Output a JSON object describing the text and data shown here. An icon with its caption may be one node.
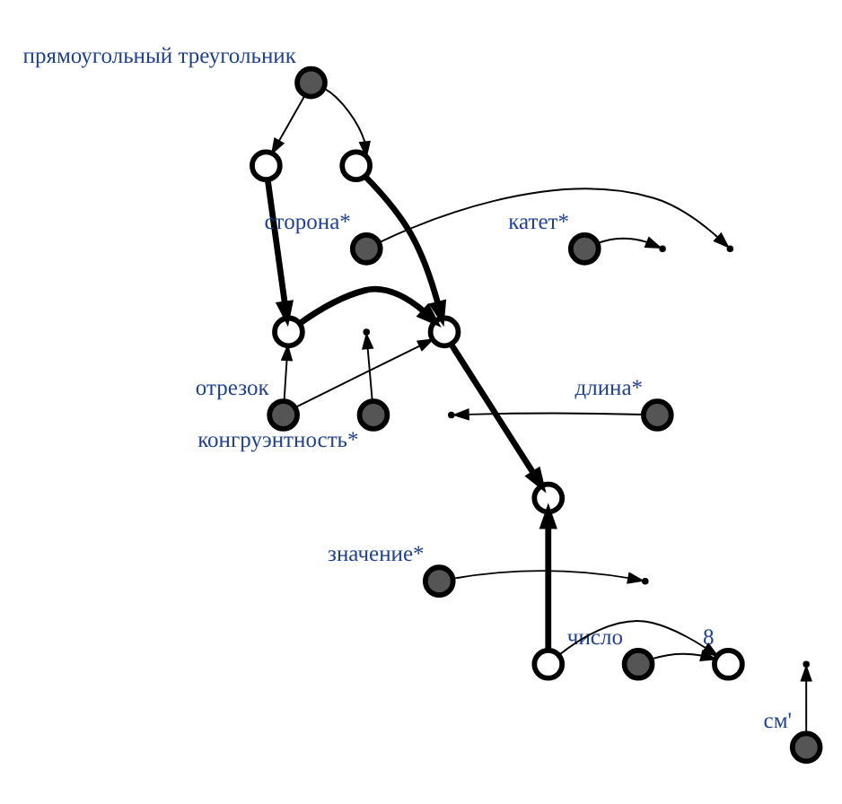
{
  "diagram": {
    "nodes": [
      {
        "text": [],
        "shape": "circle",
        "beside": [
          "прямоугольный треугольник"
        ]
      },
      {
        "text": [],
        "shape": "circle"
      },
      {
        "text": [],
        "shape": "circle"
      },
      {
        "text": [],
        "shape": "circle",
        "beside": [
          "катет*"
        ]
      },
      {
        "text": [],
        "shape": "circle",
        "beside": [
          "сторона*"
        ]
      },
      {
        "text": [],
        "shape": "circle"
      },
      {
        "text": [],
        "shape": "circle"
      },
      {
        "text": [],
        "shape": "circle",
        "beside": [
          "длина*"
        ]
      },
      {
        "text": [],
        "shape": "circle",
        "beside": [
          "отрезок"
        ]
      },
      {
        "text": [],
        "shape": "circle"
      },
      {
        "text": [],
        "shape": "circle",
        "beside": [
          "конгруэнтность*"
        ]
      },
      {
        "text": [],
        "shape": "circle",
        "beside": [
          "значение*"
        ]
      },
      {
        "text": [],
        "shape": "circle",
        "beside": [
          "число"
        ]
      },
      {
        "text": [],
        "shape": "circle",
        "beside": [
          "8"
        ]
      },
      {
        "text": [],
        "shape": "circle"
      },
      {
        "text": [],
        "shape": "circle",
        "beside": [
          "см'"
        ]
      }
    ],
    "edges": [
      {
        "from": 0,
        "to": 1,
        "arrow": "to"
      },
      {
        "from": 0,
        "to": 2,
        "arrow": "to"
      },
      {
        "from": 1,
        "to": 5,
        "arrow": "to",
        "style": "thick"
      },
      {
        "from": 3,
        "to": null,
        "arrow": "to"
      },
      {
        "from": 2,
        "to": 6,
        "arrow": "to",
        "style": "thick"
      },
      {
        "from": 4,
        "to": null,
        "arrow": "to"
      },
      {
        "from": 5,
        "to": 6,
        "arrow": "to",
        "style": "thick"
      },
      {
        "from": 10,
        "to": null,
        "arrow": "to"
      },
      {
        "from": 8,
        "to": 5,
        "arrow": "to"
      },
      {
        "from": 8,
        "to": 6,
        "arrow": "to"
      },
      {
        "from": 6,
        "to": 9,
        "arrow": "to",
        "style": "thick"
      },
      {
        "from": 7,
        "to": null,
        "arrow": "to"
      },
      {
        "from": 14,
        "to": 9,
        "arrow": "to",
        "style": "thick"
      },
      {
        "from": 11,
        "to": null,
        "arrow": "to"
      },
      {
        "from": 14,
        "to": 13,
        "arrow": "to"
      },
      {
        "from": 15,
        "to": null,
        "arrow": "to"
      },
      {
        "from": 12,
        "to": 13,
        "arrow": "to"
      }
    ]
  }
}
